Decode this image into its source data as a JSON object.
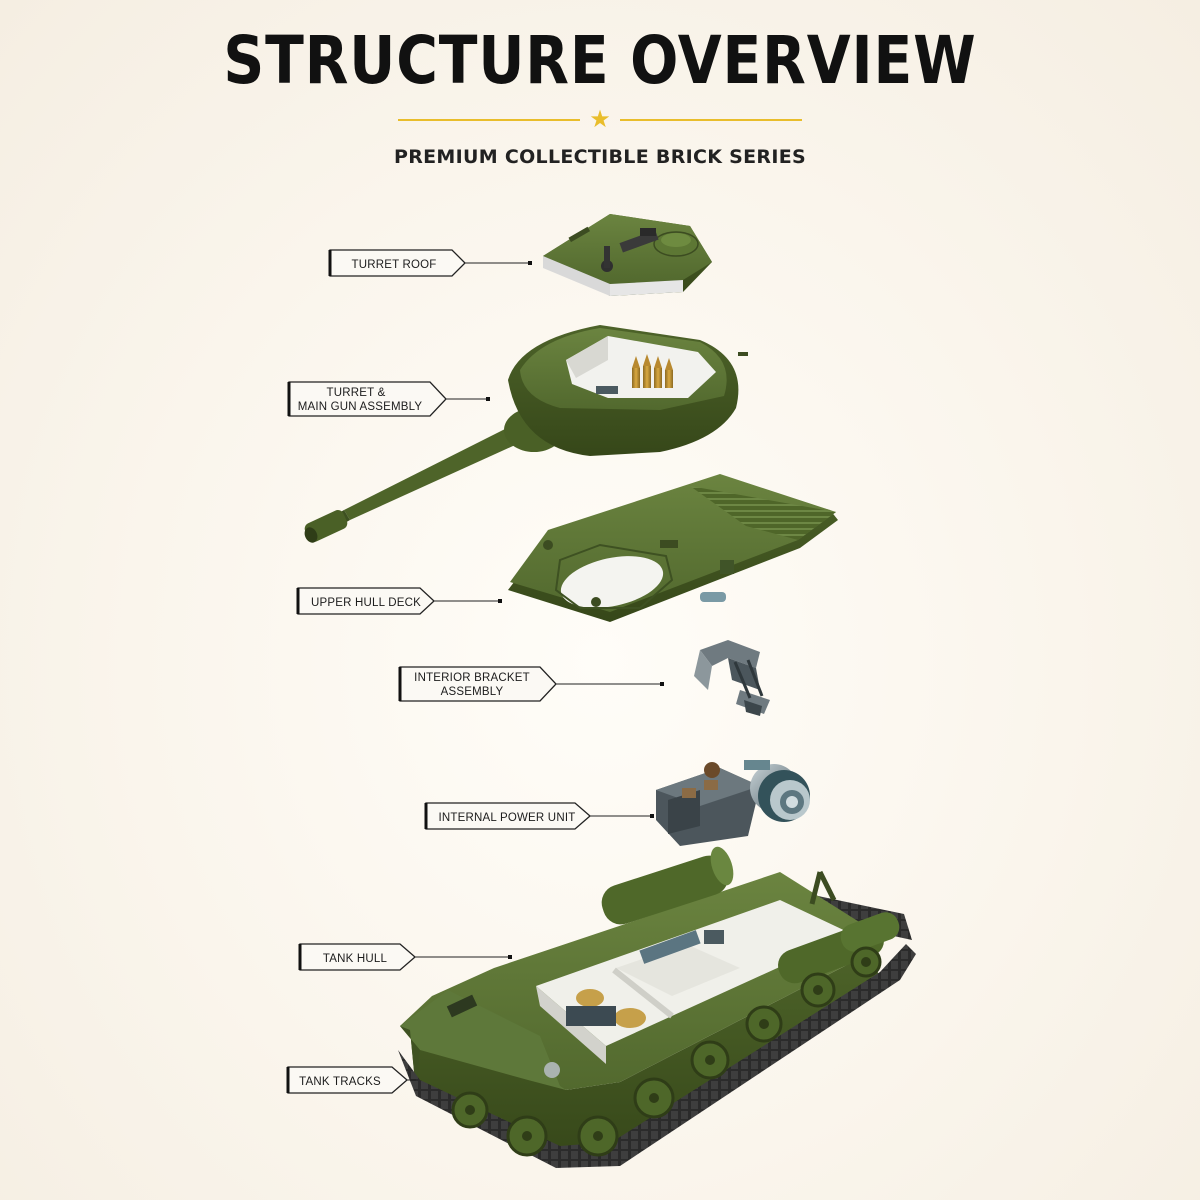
{
  "header": {
    "title": "STRUCTURE OVERVIEW",
    "subtitle": "PREMIUM COLLECTIBLE BRICK SERIES"
  },
  "colors": {
    "accent": "#e9bd2b",
    "tank_green": "#566d33",
    "tank_green_dark": "#3d4f23",
    "text": "#111111"
  },
  "callouts": [
    {
      "id": "turret-roof",
      "lines": [
        "TURRET ROOF"
      ]
    },
    {
      "id": "turret-main-gun",
      "lines": [
        "TURRET &",
        "MAIN GUN ASSEMBLY"
      ]
    },
    {
      "id": "upper-hull-deck",
      "lines": [
        "UPPER HULL DECK"
      ]
    },
    {
      "id": "interior-bracket",
      "lines": [
        "INTERIOR BRACKET",
        "ASSEMBLY"
      ]
    },
    {
      "id": "internal-power-unit",
      "lines": [
        "INTERNAL POWER UNIT"
      ]
    },
    {
      "id": "tank-hull",
      "lines": [
        "TANK HULL"
      ]
    },
    {
      "id": "tank-tracks",
      "lines": [
        "TANK TRACKS"
      ]
    }
  ]
}
